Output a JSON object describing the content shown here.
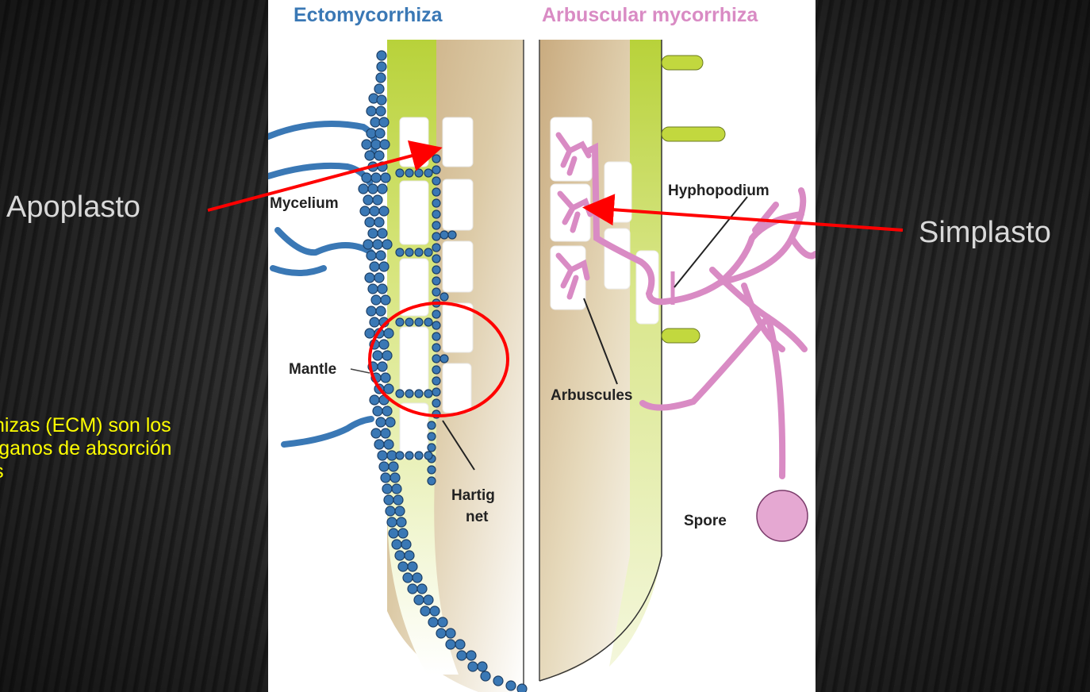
{
  "slide": {
    "apoplasto_label": "Apoplasto",
    "simplasto_label": "Simplasto",
    "body_text_lines": [
      "hizas (ECM) son los",
      "órganos de absorción",
      "eras"
    ]
  },
  "figure": {
    "ecto_title": "Ectomycorrhiza",
    "am_title": "Arbuscular mycorrhiza",
    "ecto_labels": {
      "mycelium": "Mycelium",
      "mantle": "Mantle",
      "hartig": "Hartig",
      "net": "net"
    },
    "am_labels": {
      "hyphopodium": "Hyphopodium",
      "arbuscules": "Arbuscules",
      "spore": "Spore"
    }
  },
  "colors": {
    "ecto_blue": "#3a78b5",
    "am_pink": "#d98bc4",
    "root_green": "#c2d83e",
    "root_tan": "#c9ab7f",
    "annotation_red": "#ff0000",
    "text_yellow": "#ffff00"
  }
}
